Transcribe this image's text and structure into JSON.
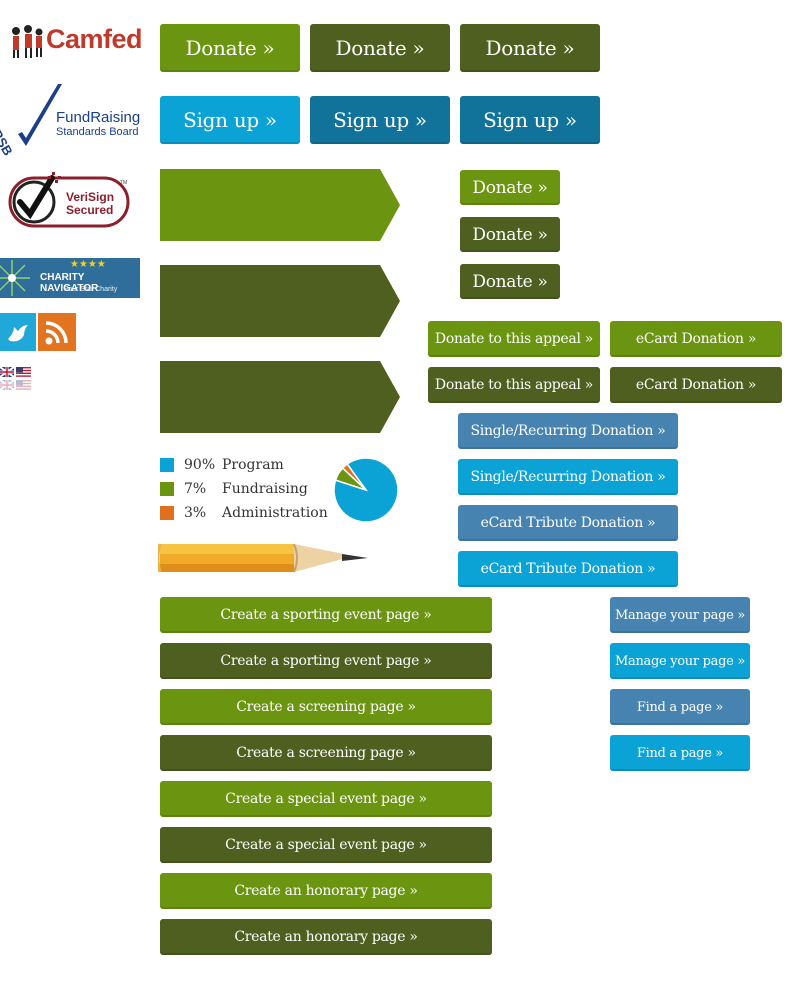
{
  "logos": {
    "camfed": "Camfed",
    "frsb_line1": "FundRaising",
    "frsb_line2": "Standards Board",
    "frsb_mark": "FRSB",
    "verisign_line1": "VeriSign",
    "verisign_line2": "Secured",
    "verisign_tm": "TM",
    "charity_stars": "★★★★",
    "charity_name": "CHARITY NAVIGATOR",
    "charity_sub": "Four Star Charity"
  },
  "large_buttons": {
    "donate": "Donate »",
    "signup": "Sign up »"
  },
  "small_donate": "Donate »",
  "appeal": {
    "donate_appeal": "Donate to this appeal »",
    "ecard_donation": "eCard Donation »"
  },
  "tribute": {
    "single_recurring": "Single/Recurring Donation »",
    "ecard_tribute": "eCard Tribute Donation »"
  },
  "breakdown": {
    "items": [
      {
        "pct": "90%",
        "label": "Program",
        "color": "#0ba2d6"
      },
      {
        "pct": "7%",
        "label": "Fundraising",
        "color": "#6b9410"
      },
      {
        "pct": "3%",
        "label": "Administration",
        "color": "#e07020"
      }
    ]
  },
  "create_pages": {
    "sporting": "Create a sporting event page »",
    "screening": "Create a screening page »",
    "special": "Create a special event page »",
    "honorary": "Create an honorary page »"
  },
  "page_actions": {
    "manage": "Manage your page »",
    "find": "Find a page »"
  },
  "icons": [
    "twitter-bird-icon",
    "rss-icon",
    "uk-flag-icon",
    "us-flag-icon"
  ]
}
